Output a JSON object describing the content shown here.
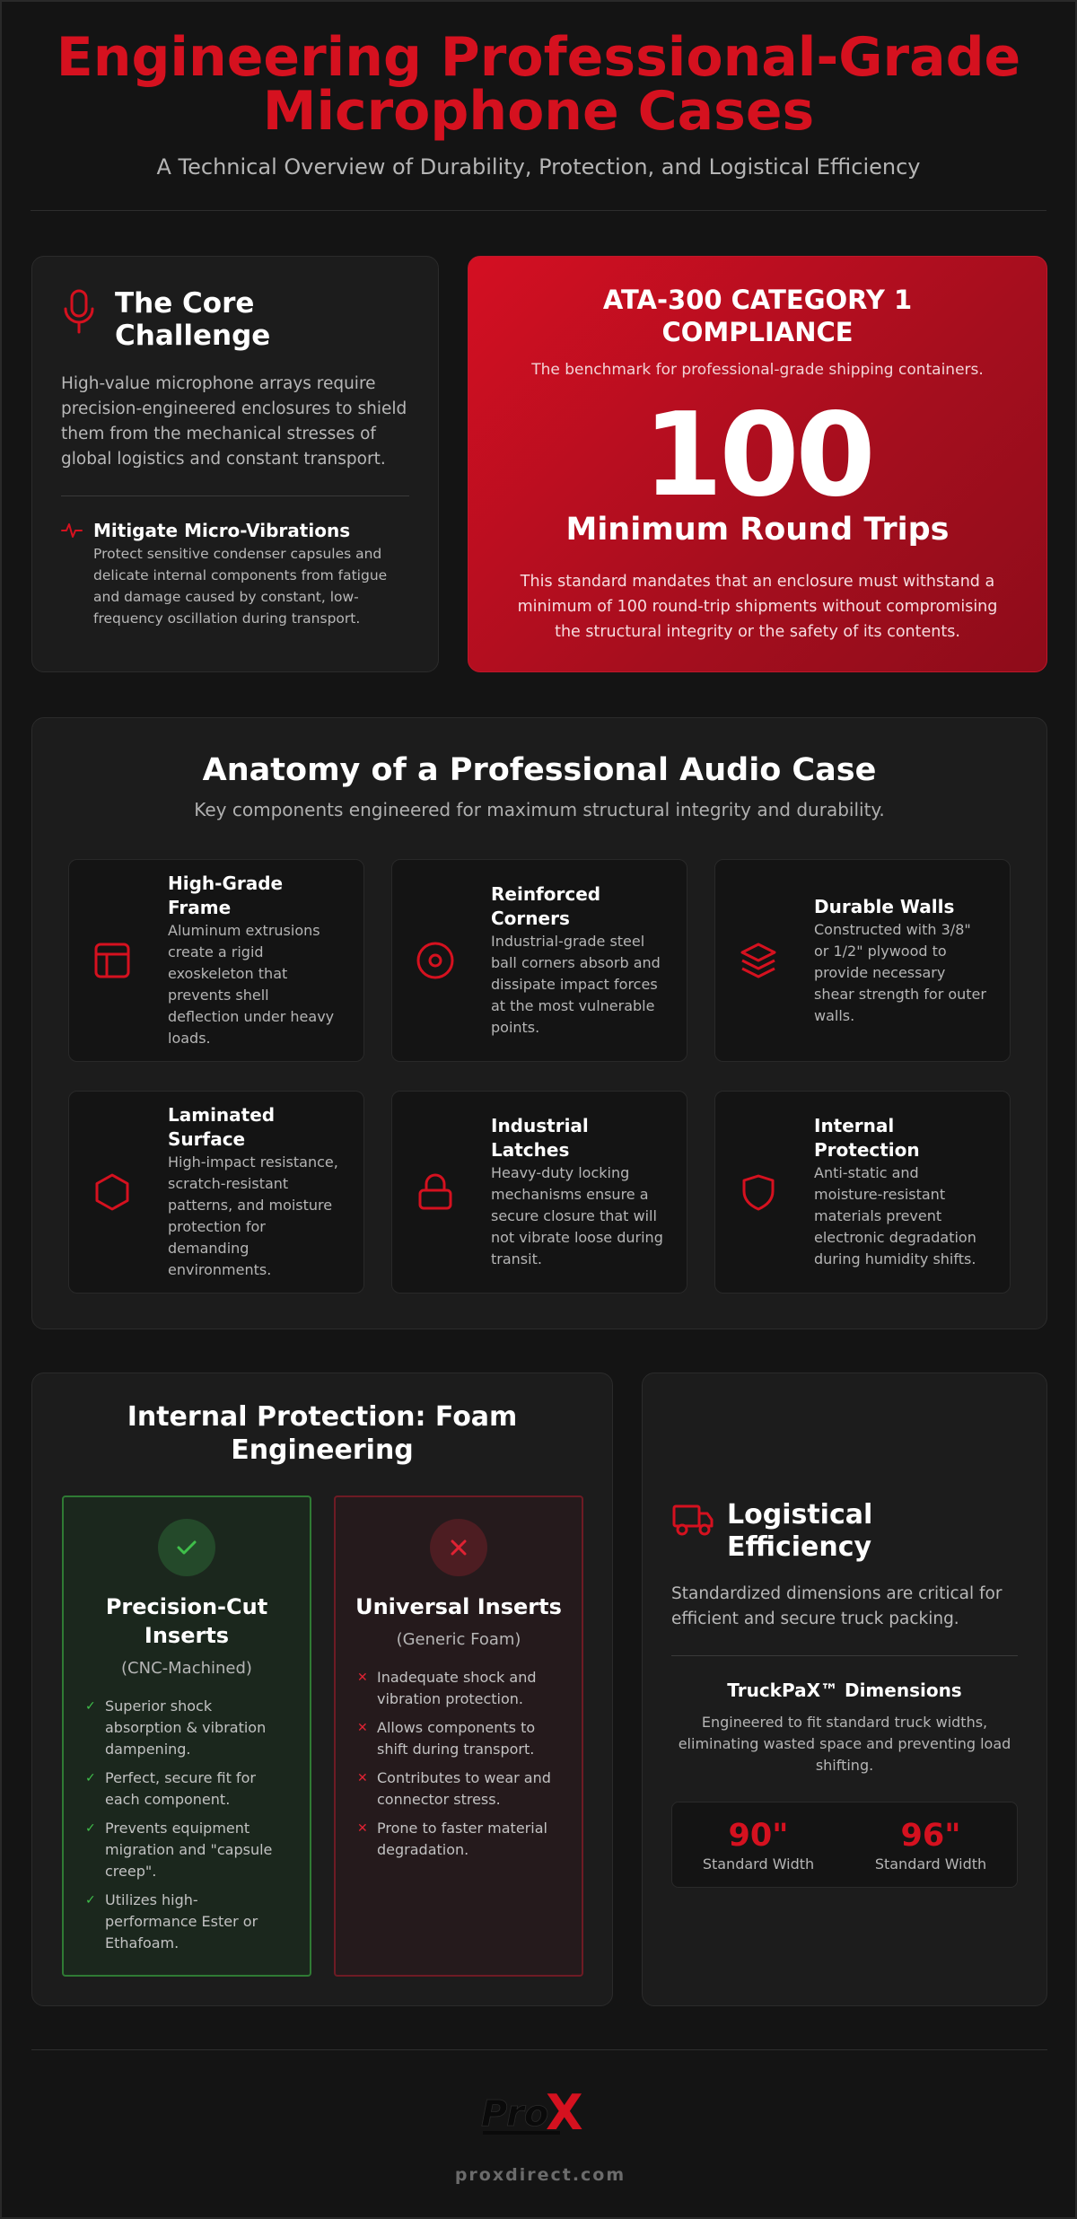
{
  "header": {
    "title": "Engineering Professional-Grade Microphone Cases",
    "subtitle": "A Technical Overview of Durability, Protection, and Logistical Efficiency"
  },
  "core": {
    "icon": "microphone-icon",
    "title": "The Core Challenge",
    "text": "High-value microphone arrays require precision-engineered enclosures to shield them from the mechanical stresses of global logistics and constant transport.",
    "feature": {
      "icon": "pulse-icon",
      "title": "Mitigate Micro-Vibrations",
      "text": "Protect sensitive condenser capsules and delicate internal components from fatigue and damage caused by constant, low-frequency oscillation during transport."
    }
  },
  "ata": {
    "title": "ATA-300 CATEGORY 1 COMPLIANCE",
    "subtitle": "The benchmark for professional-grade shipping containers.",
    "number": "100",
    "label": "Minimum Round Trips",
    "text": "This standard mandates that an enclosure must withstand a minimum of 100 round-trip shipments without compromising the structural integrity or the safety of its contents."
  },
  "anatomy": {
    "title": "Anatomy of a Professional Audio Case",
    "subtitle": "Key components engineered for maximum structural integrity and durability.",
    "features": [
      {
        "icon": "frame-layout-icon",
        "title": "High-Grade Frame",
        "text": "Aluminum extrusions create a rigid exoskeleton that prevents shell deflection under heavy loads."
      },
      {
        "icon": "target-circle-icon",
        "title": "Reinforced Corners",
        "text": "Industrial-grade steel ball corners absorb and dissipate impact forces at the most vulnerable points."
      },
      {
        "icon": "layers-icon",
        "title": "Durable Walls",
        "text": "Constructed with 3/8\" or 1/2\" plywood to provide necessary shear strength for outer walls."
      },
      {
        "icon": "hexagon-icon",
        "title": "Laminated Surface",
        "text": "High-impact resistance, scratch-resistant patterns, and moisture protection for demanding environments."
      },
      {
        "icon": "lock-icon",
        "title": "Industrial Latches",
        "text": "Heavy-duty locking mechanisms ensure a secure closure that will not vibrate loose during transit."
      },
      {
        "icon": "shield-icon",
        "title": "Internal Protection",
        "text": "Anti-static and moisture-resistant materials prevent electronic degradation during humidity shifts."
      }
    ]
  },
  "foam": {
    "title": "Internal Protection: Foam Engineering",
    "good": {
      "icon": "check-icon",
      "title": "Precision-Cut Inserts",
      "subtitle": "(CNC-Machined)",
      "items": [
        "Superior shock absorption & vibration dampening.",
        "Perfect, secure fit for each component.",
        "Prevents equipment migration and \"capsule creep\".",
        "Utilizes high-performance Ester or Ethafoam."
      ]
    },
    "bad": {
      "icon": "x-icon",
      "title": "Universal Inserts",
      "subtitle": "(Generic Foam)",
      "items": [
        "Inadequate shock and vibration protection.",
        "Allows components to shift during transport.",
        "Contributes to wear and connector stress.",
        "Prone to faster material degradation."
      ]
    }
  },
  "logistics": {
    "icon": "truck-icon",
    "title": "Logistical Efficiency",
    "text": "Standardized dimensions are critical for efficient and secure truck packing.",
    "truckpax_title": "TruckPaX™ Dimensions",
    "truckpax_text": "Engineered to fit standard truck widths, eliminating wasted space and preventing load shifting.",
    "dims": [
      {
        "value": "90\"",
        "label": "Standard Width"
      },
      {
        "value": "96\"",
        "label": "Standard Width"
      }
    ]
  },
  "footer": {
    "logo_text": "ProX",
    "website": "proxdirect.com"
  },
  "colors": {
    "accent": "#d5111f",
    "background": "#141414",
    "card": "#1c1c1c",
    "good": "#3fbf4a"
  }
}
